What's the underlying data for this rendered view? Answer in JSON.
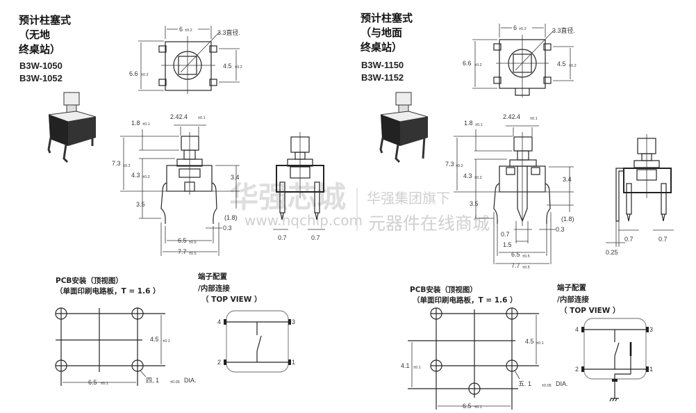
{
  "left": {
    "title": [
      "预计柱塞式",
      "（无地",
      "终桌站）"
    ],
    "models": [
      "B3W-1050",
      "B3W-1052"
    ],
    "top_view": {
      "width": "6",
      "width_tol": "±0.2",
      "height": "6.6",
      "height_tol": "±0.2",
      "pitch": "4.5",
      "pitch_tol": "±0.2",
      "plunger": "3.3直径."
    },
    "side_view": {
      "d1": "1.8",
      "d1_tol": "±0.1",
      "d2": "2.42.4",
      "d2_tol": "±0.1",
      "d3": "7.3",
      "d3_tol": "±0.2",
      "d4": "4.3",
      "d4_tol": "±0.2",
      "d5": "3.4",
      "d6": "3.5",
      "d7": "(1.8)",
      "d8": "0.3",
      "d9": "6.5",
      "d9_tol": "±0.5",
      "d10": "7.7",
      "d10_tol": "±0.5"
    },
    "end_view": {
      "a": "0.7",
      "b": "0.7"
    },
    "pcb": {
      "title": "PCB安装（顶视图）",
      "subtitle": "（单面印刷电路板，T = 1.6 ）",
      "h": "4.5",
      "h_tol": "±0.1",
      "w": "6.5",
      "w_tol": "±0.1",
      "hole": "四, 1",
      "hole_tol": "±0.05",
      "hole_unit": "DIA."
    },
    "terminal": {
      "title": "端子配置",
      "subtitle": "/内部连接",
      "view": "（ TOP VIEW ）",
      "pins": [
        "4",
        "3",
        "2",
        "1"
      ]
    }
  },
  "right": {
    "title": [
      "预计柱塞式",
      "（与地面",
      "终桌站）"
    ],
    "models": [
      "B3W-1150",
      "B3W-1152"
    ],
    "top_view": {
      "width": "6",
      "width_tol": "±0.2",
      "height": "6.6",
      "height_tol": "±0.2",
      "pitch": "4.5",
      "pitch_tol": "±0.2",
      "plunger": "3.3直径."
    },
    "side_view": {
      "d1": "1.8",
      "d1_tol": "±0.1",
      "d2": "2.42.4",
      "d2_tol": "±0.1",
      "d3": "7.3",
      "d3_tol": "±0.2",
      "d4": "4.3",
      "d4_tol": "±0.2",
      "d5": "3.4",
      "d6": "3.5",
      "d7": "(1.8)",
      "d8": "0.3",
      "d11": "0.7",
      "d12": "1.5",
      "d9": "6.5",
      "d9_tol": "±0.5",
      "d10": "7.7",
      "d10_tol": "±0.5"
    },
    "end_view": {
      "a": "0.7",
      "b": "0.7",
      "c": "0.25"
    },
    "pcb": {
      "title": "PCB安装（顶视图）",
      "subtitle": "（单面印刷电路板，T = 1.6 ）",
      "h": "4.5",
      "h_tol": "±0.1",
      "h2": "4.1",
      "h2_tol": "±0.1",
      "w": "6.5",
      "w_tol": "±0.1",
      "hole": "五. 1",
      "hole_tol": "±0.05",
      "hole_unit": "DIA."
    },
    "terminal": {
      "title": "端子配置",
      "subtitle": "/内部连接",
      "view": "（ TOP VIEW ）",
      "pins": [
        "4",
        "3",
        "2",
        "1"
      ]
    }
  },
  "watermark": {
    "brand": "华强芯城",
    "url": "www.hqchip.com",
    "line1": "华强集团旗下",
    "line2": "元器件在线商城"
  }
}
